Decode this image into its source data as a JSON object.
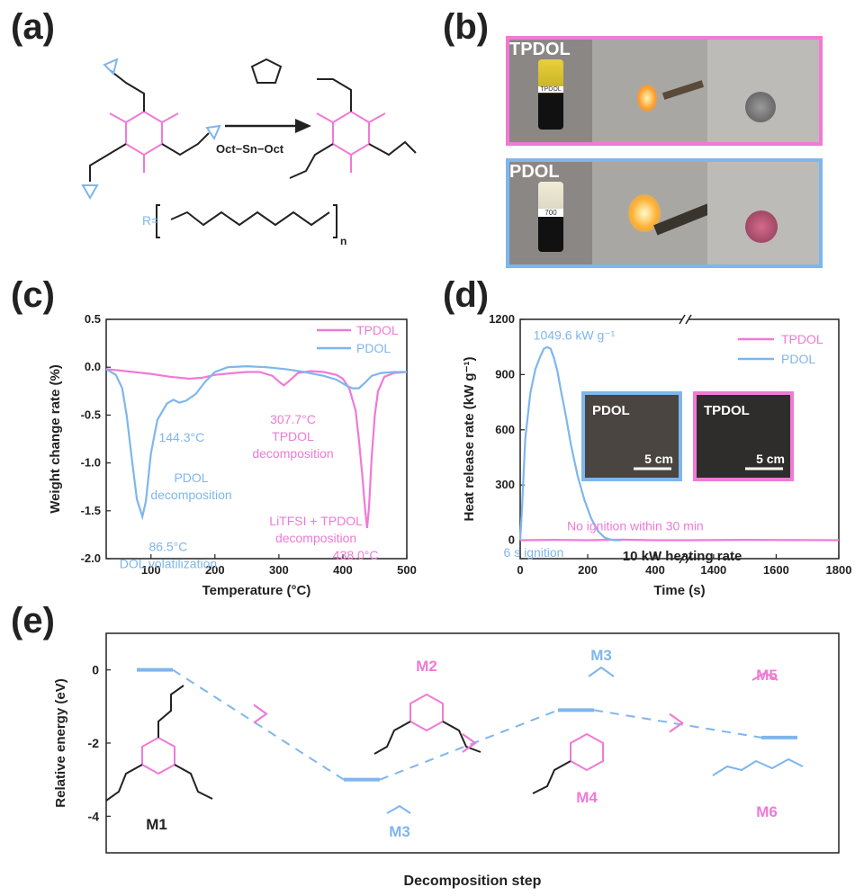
{
  "panel_labels": [
    "(a)",
    "(b)",
    "(c)",
    "(d)",
    "(e)"
  ],
  "colors": {
    "pink": "#f07ad6",
    "blue": "#7eb6ee",
    "dark": "#222222",
    "grey": "#666666"
  },
  "panel_a": {
    "catalyst": "Oct−Sn−Oct",
    "r_group": "R=",
    "subscript_n": "n"
  },
  "panel_b": {
    "frames": [
      {
        "name": "TPDOL",
        "label": "TPDOL",
        "border": "#f07ad6",
        "vial_text": "TPDOL"
      },
      {
        "name": "PDOL",
        "label": "PDOL",
        "border": "#7eb6ee",
        "vial_text": "700"
      }
    ]
  },
  "chart_data": [
    {
      "panel": "c",
      "type": "line",
      "xlabel": "Temperature (°C)",
      "ylabel": "Weight change rate (%)",
      "xlim": [
        30,
        500
      ],
      "ylim": [
        -2.0,
        0.5
      ],
      "xticks": [
        100,
        200,
        300,
        400,
        500
      ],
      "yticks": [
        0.5,
        0.0,
        -0.5,
        -1.0,
        -1.5,
        -2.0
      ],
      "ytick_labels": [
        "0.5",
        "0.0",
        "-0.5",
        "-1.0",
        "-1.5",
        "-2.0"
      ],
      "legend_position": "top-right",
      "series": [
        {
          "name": "TPDOL",
          "color": "#f07ad6",
          "x": [
            30,
            60,
            100,
            130,
            160,
            180,
            200,
            230,
            250,
            270,
            290,
            300,
            307.7,
            315,
            330,
            350,
            370,
            390,
            400,
            410,
            420,
            425,
            430,
            435,
            438,
            441,
            445,
            450,
            455,
            465,
            480,
            500
          ],
          "y": [
            -0.02,
            -0.04,
            -0.07,
            -0.1,
            -0.12,
            -0.11,
            -0.08,
            -0.06,
            -0.05,
            -0.05,
            -0.09,
            -0.15,
            -0.19,
            -0.15,
            -0.06,
            -0.04,
            -0.05,
            -0.08,
            -0.12,
            -0.22,
            -0.45,
            -0.75,
            -1.1,
            -1.5,
            -1.68,
            -1.45,
            -0.95,
            -0.5,
            -0.25,
            -0.1,
            -0.06,
            -0.05
          ]
        },
        {
          "name": "PDOL",
          "color": "#7eb6ee",
          "x": [
            30,
            45,
            55,
            62,
            70,
            78,
            86.5,
            92,
            100,
            110,
            125,
            135,
            144.3,
            155,
            170,
            185,
            200,
            220,
            250,
            280,
            310,
            340,
            370,
            390,
            405,
            415,
            425,
            435,
            445,
            460,
            480,
            500
          ],
          "y": [
            -0.02,
            -0.08,
            -0.22,
            -0.5,
            -0.95,
            -1.38,
            -1.56,
            -1.4,
            -0.9,
            -0.55,
            -0.38,
            -0.34,
            -0.37,
            -0.35,
            -0.28,
            -0.15,
            -0.05,
            0.0,
            0.01,
            0.0,
            -0.02,
            -0.05,
            -0.09,
            -0.13,
            -0.19,
            -0.22,
            -0.22,
            -0.16,
            -0.09,
            -0.06,
            -0.05,
            -0.05
          ]
        }
      ],
      "annotations": [
        {
          "color": "#7eb6ee",
          "lines": [
            "144.3°C"
          ],
          "x": 148,
          "y": -0.78
        },
        {
          "color": "#7eb6ee",
          "lines": [
            "PDOL",
            "decomposition"
          ],
          "x": 163,
          "y": -1.2
        },
        {
          "color": "#7eb6ee",
          "lines": [
            "86.5°C",
            "DOL volatilization"
          ],
          "x": 127,
          "y": -1.92
        },
        {
          "color": "#f07ad6",
          "lines": [
            "307.7°C",
            "TPDOL",
            "decomposition"
          ],
          "x": 322,
          "y": -0.59
        },
        {
          "color": "#f07ad6",
          "lines": [
            "LiTFSI + TPDOL",
            "decomposition"
          ],
          "x": 358,
          "y": -1.65
        },
        {
          "color": "#f07ad6",
          "lines": [
            "438.0°C"
          ],
          "x": 420,
          "y": -2.01
        }
      ]
    },
    {
      "panel": "d",
      "type": "line",
      "xlabel": "Time (s)",
      "ylabel": "Heat release rate (kW g⁻¹)",
      "xlim": [
        0,
        1800
      ],
      "axis_break": [
        480,
        1320
      ],
      "ylim": [
        -100,
        1200
      ],
      "xticks": [
        0,
        200,
        400,
        1400,
        1600,
        1800
      ],
      "yticks": [
        0,
        300,
        600,
        900,
        1200
      ],
      "legend_position": "top-right",
      "series": [
        {
          "name": "TPDOL",
          "color": "#f07ad6",
          "x": [
            0,
            100,
            200,
            300,
            400,
            480,
            1320,
            1500,
            1800
          ],
          "y": [
            0,
            2,
            0,
            3,
            0,
            0,
            0,
            2,
            0
          ]
        },
        {
          "name": "PDOL",
          "color": "#7eb6ee",
          "x": [
            0,
            6,
            15,
            30,
            45,
            60,
            70,
            80,
            90,
            100,
            110,
            120,
            135,
            150,
            170,
            190,
            210,
            230,
            250,
            265,
            280,
            300
          ],
          "y": [
            0,
            200,
            550,
            800,
            930,
            1000,
            1040,
            1049.6,
            1040,
            990,
            920,
            820,
            680,
            520,
            350,
            220,
            120,
            50,
            15,
            5,
            0,
            0
          ]
        }
      ],
      "annotations": [
        {
          "color": "#7eb6ee",
          "lines": [
            "1049.6 kW g⁻¹"
          ],
          "x": 160,
          "y": 1090
        },
        {
          "color": "#7eb6ee",
          "lines": [
            "6 s ignition"
          ],
          "x": 40,
          "y": -90
        },
        {
          "color": "#f07ad6",
          "lines": [
            "No ignition within 30 min"
          ],
          "x": 1150,
          "y": 55
        },
        {
          "color": "#222222",
          "lines": [
            "10 kW heating rate"
          ],
          "x": 1300,
          "y": -110
        }
      ],
      "insets": [
        {
          "label": "PDOL",
          "scale": "5 cm",
          "border": "#7eb6ee"
        },
        {
          "label": "TPDOL",
          "scale": "5 cm",
          "border": "#f07ad6"
        }
      ]
    },
    {
      "panel": "e",
      "type": "line",
      "xlabel": "Decomposition step",
      "ylabel": "Relative energy (eV)",
      "ylim": [
        -5,
        1
      ],
      "yticks": [
        0,
        -2,
        -4
      ],
      "levels": [
        {
          "name": "M1",
          "color": "#7eb6ee",
          "step": 1,
          "y": 0
        },
        {
          "name": "M3",
          "color": "#7eb6ee",
          "step": 2,
          "y": -3.0
        },
        {
          "name": "M3",
          "color": "#7eb6ee",
          "step": 3,
          "y": -1.1
        },
        {
          "name": "M5",
          "color": "#7eb6ee",
          "step": 4,
          "y": -1.85
        }
      ],
      "species": [
        {
          "label": "M1",
          "color": "#222222"
        },
        {
          "label": "M2",
          "color": "#f07ad6"
        },
        {
          "label": "M3",
          "color": "#7eb6ee"
        },
        {
          "label": "M3",
          "color": "#7eb6ee"
        },
        {
          "label": "M4",
          "color": "#f07ad6"
        },
        {
          "label": "M5",
          "color": "#f07ad6"
        },
        {
          "label": "M6",
          "color": "#f07ad6"
        }
      ]
    }
  ]
}
